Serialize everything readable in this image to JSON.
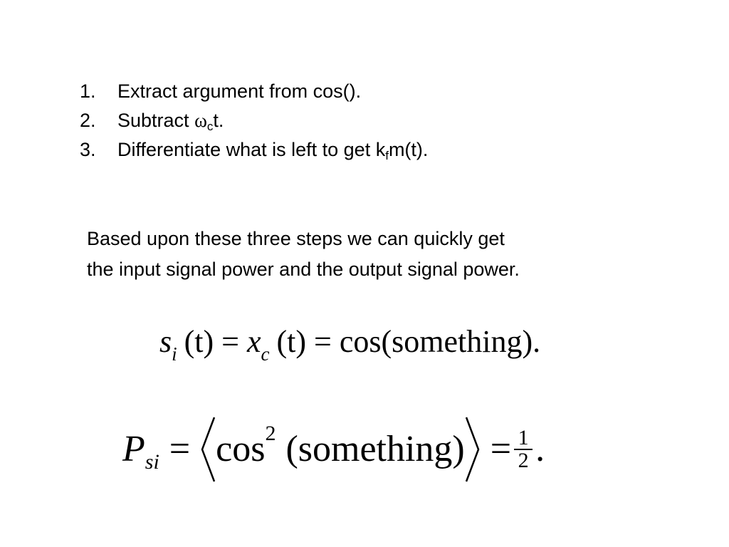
{
  "steps": [
    {
      "num": "1.",
      "text": "Extract argument from cos()."
    },
    {
      "num": "2.",
      "prefix": "Subtract ",
      "omega": "ω",
      "sub": "c",
      "suffix": "t."
    },
    {
      "num": "3.",
      "prefix": "Differentiate what is left to get k",
      "sub": "f",
      "suffix": "m(t)."
    }
  ],
  "paragraph": {
    "line1": "Based upon these three steps we can quickly get",
    "line2": "the input signal power and the output signal power."
  },
  "equation1": {
    "s": "s",
    "s_sub": "i",
    "arg1": "(t)",
    "eq": "=",
    "x": "x",
    "x_sub": "c",
    "arg2": "(t)",
    "eq2": "=",
    "rhs": "cos(something)."
  },
  "equation2": {
    "P": "P",
    "P_sub": "si",
    "eq": "=",
    "cos": "cos",
    "power": "2",
    "arg": "(something)",
    "eq2": "=",
    "num": "1",
    "den": "2",
    "dot": "."
  }
}
